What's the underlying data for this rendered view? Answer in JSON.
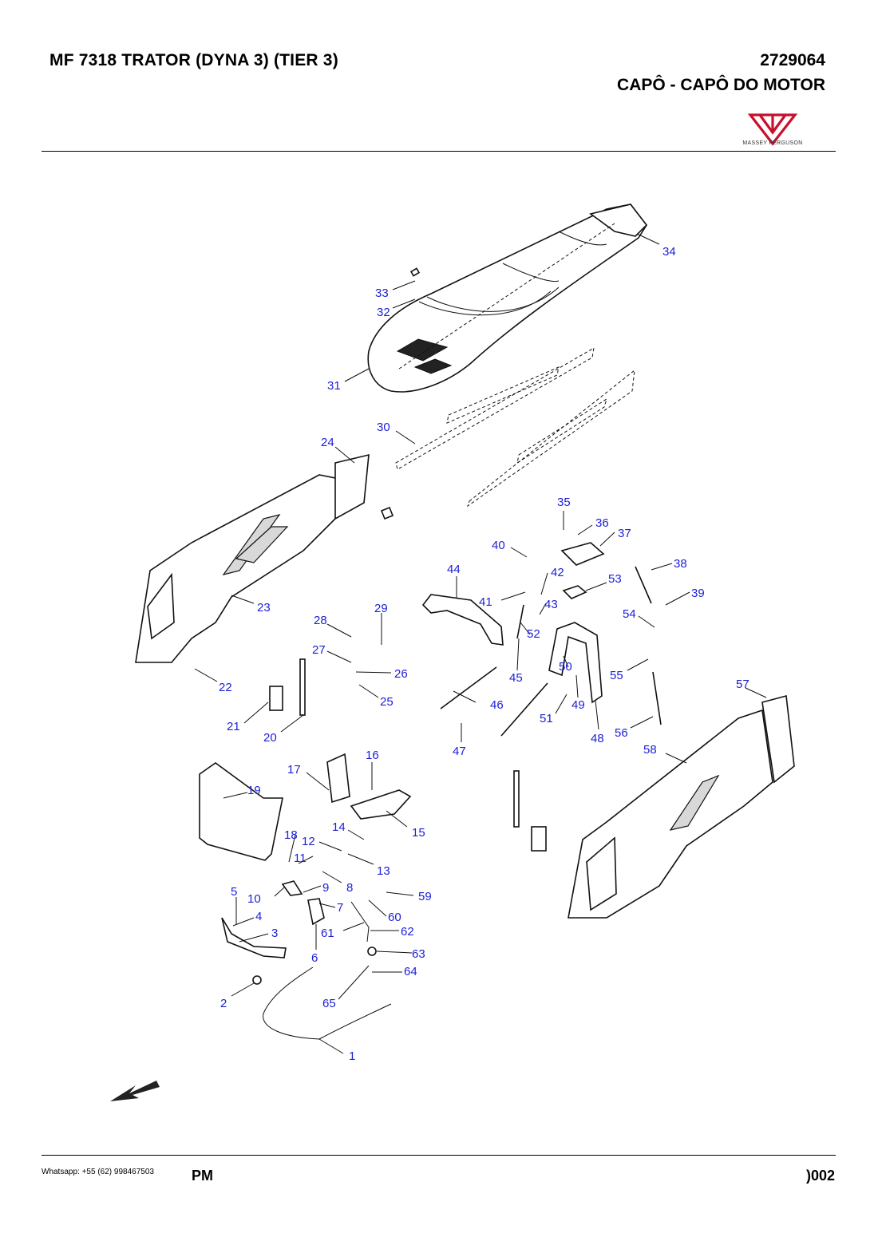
{
  "header": {
    "title": "MF 7318 TRATOR (DYNA 3) (TIER 3)",
    "code": "2729064",
    "subtitle": "CAPÔ - CAPÔ DO MOTOR",
    "logo_text": "MASSEY FERGUSON",
    "logo_color": "#c8102e"
  },
  "callout_color": "#1b1fd6",
  "callouts": [
    "1",
    "2",
    "3",
    "4",
    "5",
    "6",
    "7",
    "8",
    "9",
    "10",
    "11",
    "12",
    "13",
    "14",
    "15",
    "16",
    "17",
    "18",
    "19",
    "20",
    "21",
    "22",
    "23",
    "24",
    "25",
    "26",
    "27",
    "28",
    "29",
    "30",
    "31",
    "32",
    "33",
    "34",
    "35",
    "36",
    "37",
    "38",
    "39",
    "40",
    "41",
    "42",
    "43",
    "44",
    "45",
    "46",
    "47",
    "48",
    "49",
    "50",
    "51",
    "52",
    "53",
    "54",
    "55",
    "56",
    "57",
    "58",
    "59",
    "60",
    "61",
    "62",
    "63",
    "64",
    "65"
  ],
  "footer": {
    "contact": "Whatsapp: +55 (62) 998467503",
    "pm": "PM",
    "page": ")002"
  }
}
